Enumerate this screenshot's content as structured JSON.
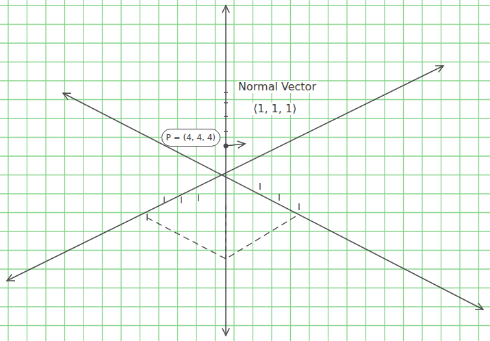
{
  "diagram": {
    "nodes": [
      {
        "text": [
          "P = (4, 4, 4)"
        ]
      }
    ],
    "labels": [
      "Normal Vector",
      "⟨1, 1, 1⟩"
    ]
  }
}
